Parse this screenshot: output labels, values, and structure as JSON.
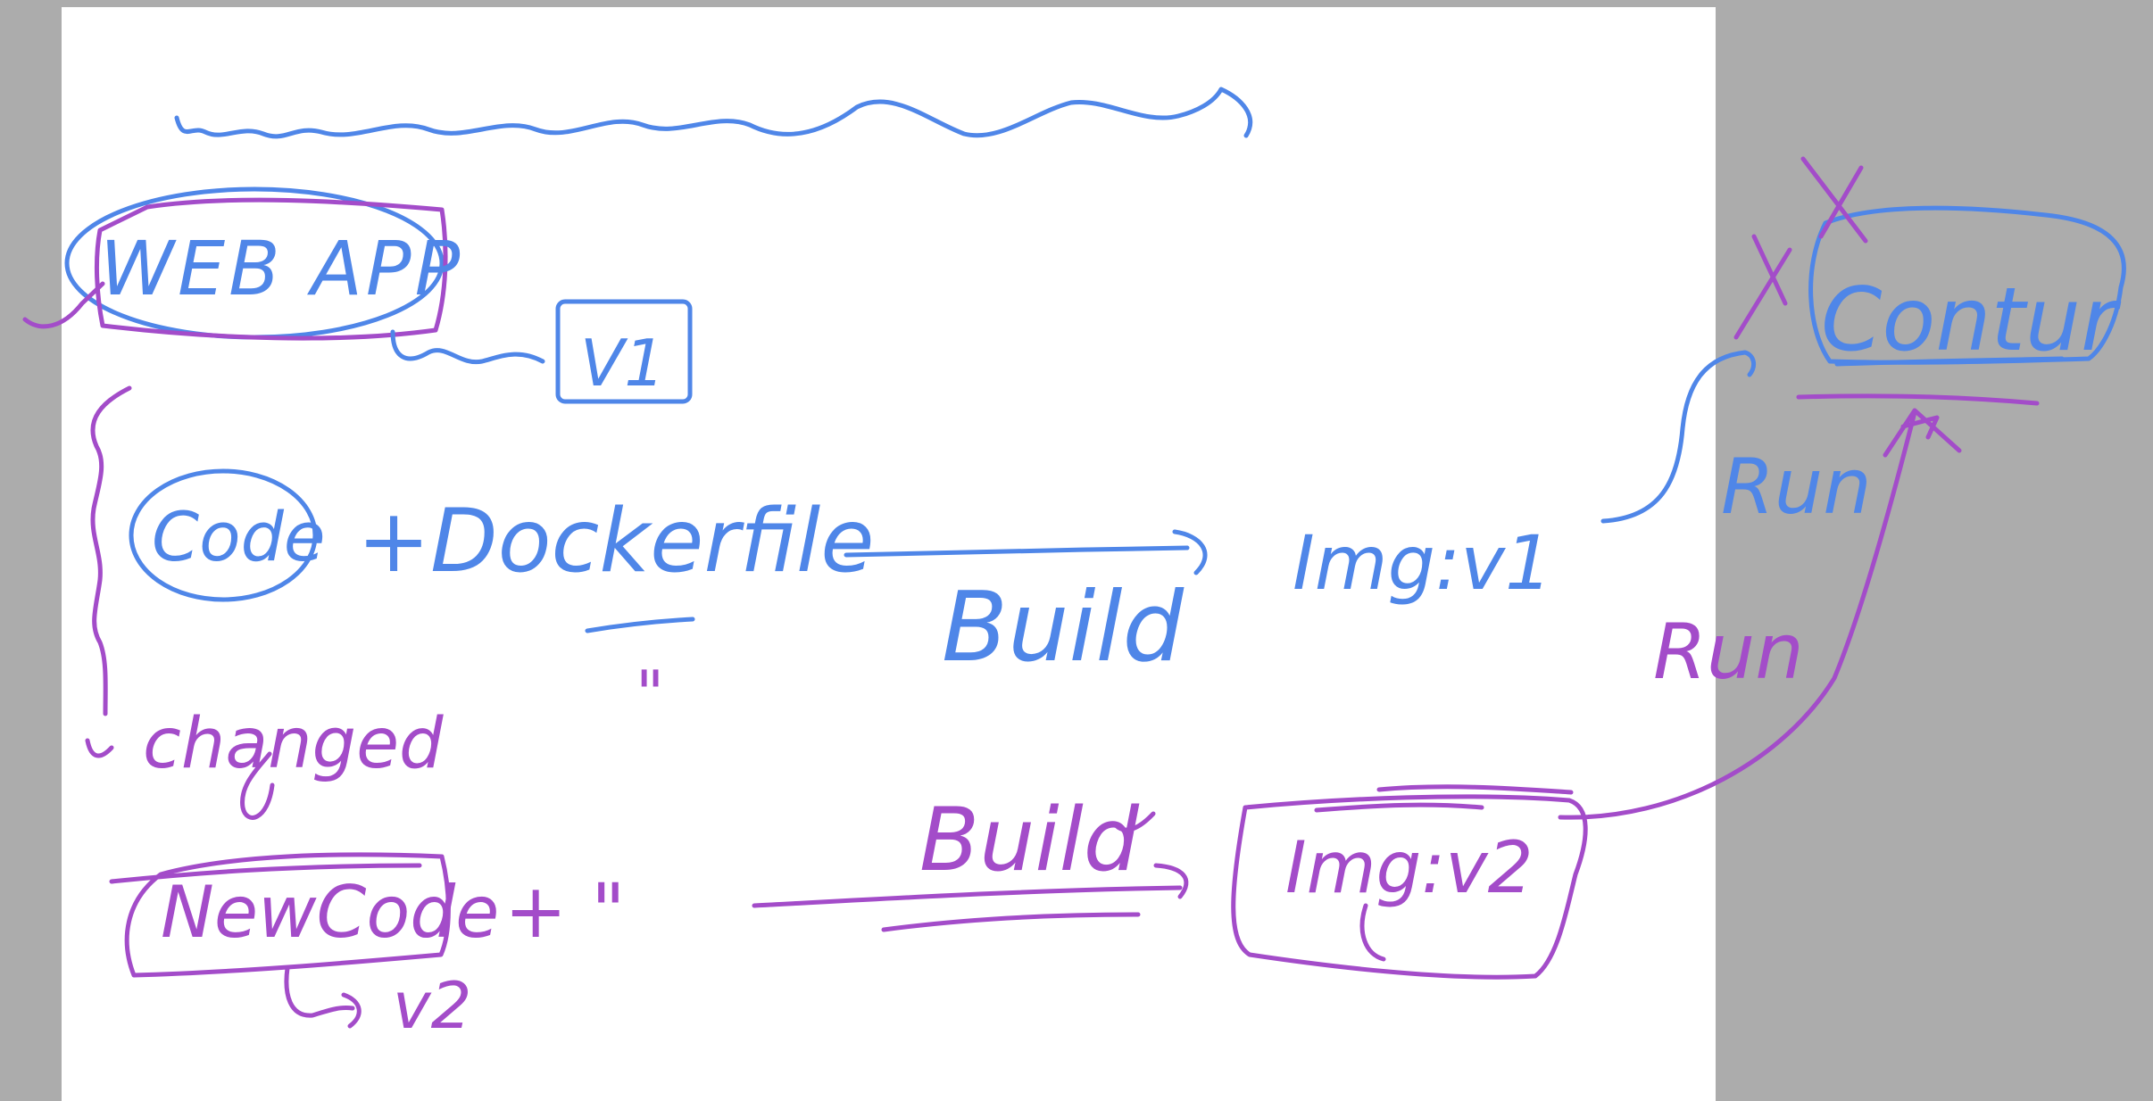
{
  "colors": {
    "background": "#acacac",
    "page": "#ffffff",
    "blue_ink": "#4f86e8",
    "purple_ink": "#a34cc9"
  },
  "notes": {
    "web_app": "WEB APP",
    "v1_box": "V1",
    "code": "Code",
    "plus_dockerfile": "+Dockerfile",
    "ditto_1": "\"",
    "build_1": "Build",
    "img_v1": "Img:v1",
    "run_1": "Run",
    "container": "Contur",
    "run_2": "Run",
    "changed": "changed",
    "new_code": "NewCode",
    "plus_ditto": "+ \"",
    "build_2": "Build",
    "img_v2": "Img:v2",
    "v2_label": "v2"
  }
}
